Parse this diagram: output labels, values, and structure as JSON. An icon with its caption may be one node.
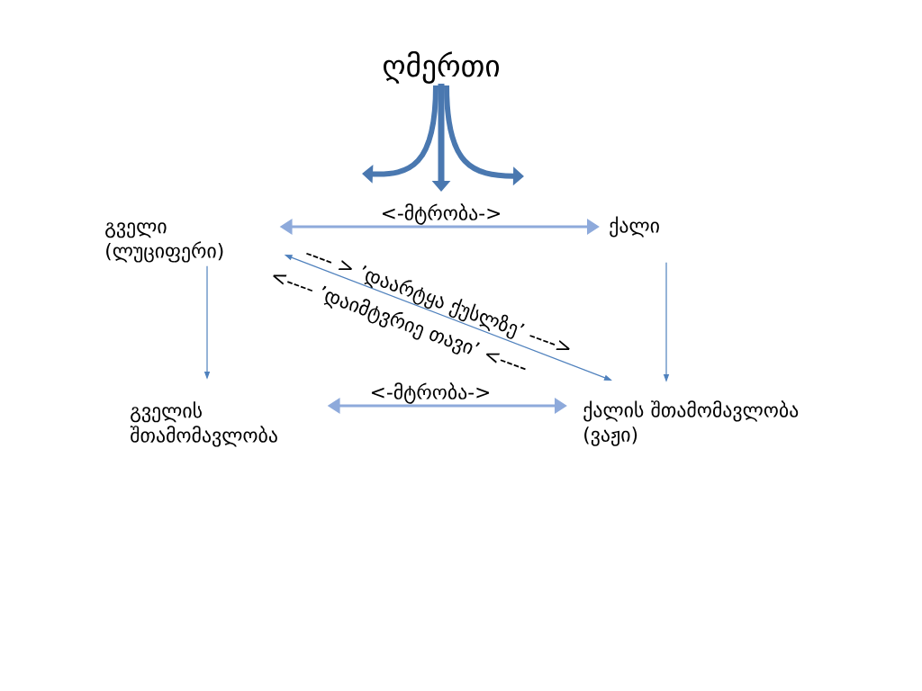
{
  "diagram": {
    "nodes": [
      {
        "text": [
          "ღმერთი"
        ]
      },
      {
        "text": [
          "გველი (ლუციფერი)"
        ]
      },
      {
        "text": [
          "ქალი"
        ]
      },
      {
        "text": [
          "გველის შთამომავლობა"
        ]
      },
      {
        "text": [
          "ქალის შთამომავლობა (ვაჟი)"
        ]
      }
    ],
    "edges": [
      {
        "from": 1,
        "to": 2,
        "arrow": "both",
        "label": "<-მტრობა->",
        "style": "thick",
        "color": "#8eaadb"
      },
      {
        "from": 1,
        "to": 3,
        "arrow": "to"
      },
      {
        "from": 2,
        "to": 4,
        "arrow": "to"
      },
      {
        "from": 1,
        "to": 4,
        "arrow": "both",
        "label": "---- > ’დაარტყა ქუსლზე’ ---->"
      },
      {
        "from": 3,
        "to": 4,
        "arrow": "both",
        "label": "<-მტრობა->",
        "style": "thick",
        "color": "#8eaadb"
      }
    ],
    "labels": [
      "<---- ’დაიმტვრიე თავი’ <----"
    ]
  }
}
